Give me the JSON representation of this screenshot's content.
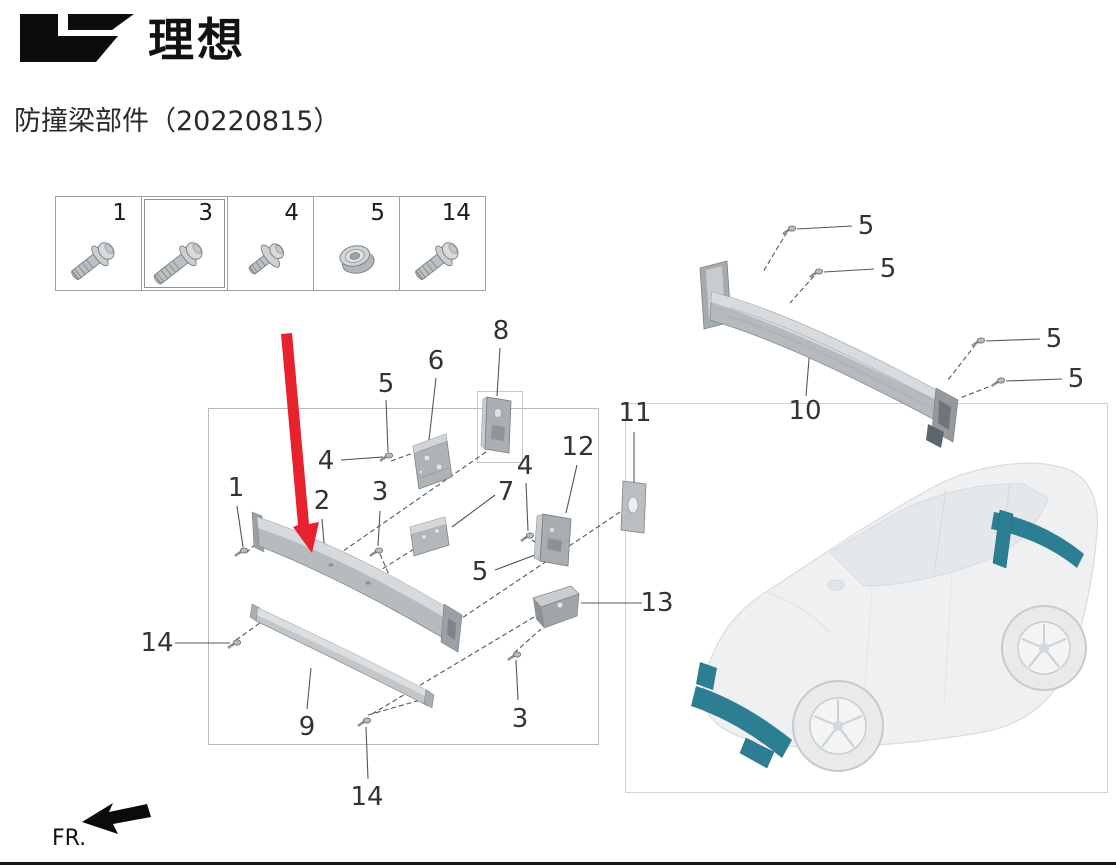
{
  "header": {
    "brand": "理想",
    "title": "防撞梁部件（20220815）"
  },
  "legend": {
    "items": [
      {
        "num": "1",
        "icon": "flange-bolt-icon",
        "selected": false
      },
      {
        "num": "3",
        "icon": "long-flange-bolt-icon",
        "selected": true
      },
      {
        "num": "4",
        "icon": "washer-screw-icon",
        "selected": false
      },
      {
        "num": "5",
        "icon": "flange-nut-icon",
        "selected": false
      },
      {
        "num": "14",
        "icon": "flange-bolt-icon",
        "selected": false
      }
    ]
  },
  "callouts": {
    "l1": "1",
    "l2": "2",
    "l3a": "3",
    "l3b": "3",
    "l4a": "4",
    "l4b": "4",
    "l5a": "5",
    "l5b": "5",
    "l6": "6",
    "l7": "7",
    "l8": "8",
    "l9": "9",
    "l11": "11",
    "l12": "12",
    "l13": "13",
    "l14a": "14",
    "l14b": "14",
    "r5a": "5",
    "r5b": "5",
    "r5c": "5",
    "r5d": "5",
    "r10": "10"
  },
  "footer": {
    "fr": "FR."
  },
  "colors": {
    "arrow_red": "#e8212e",
    "part_highlight_teal": "#2c7e93",
    "metal_gray": "#b6bbbe",
    "leader_line": "#555555"
  }
}
